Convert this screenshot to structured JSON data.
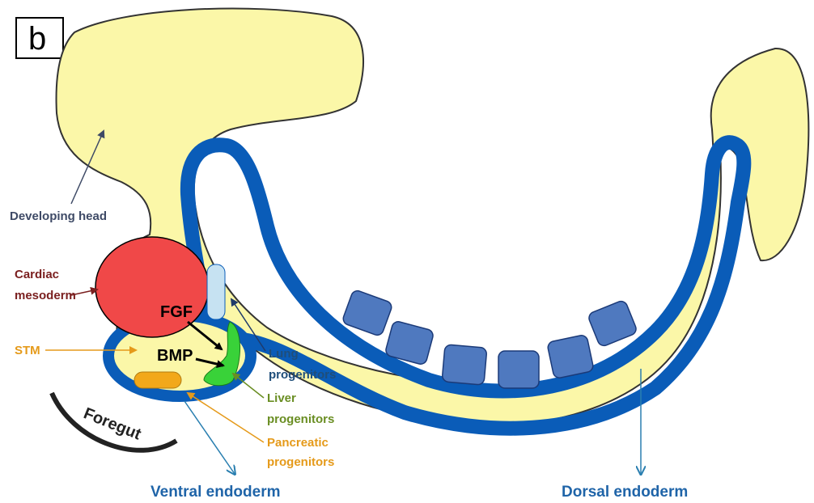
{
  "panel_label": "b",
  "labels": {
    "developing_head": "Developing head",
    "cardiac_line1": "Cardiac",
    "cardiac_line2": "mesoderm",
    "stm": "STM",
    "fgf": "FGF",
    "bmp": "BMP",
    "lung_line1": "Lung",
    "lung_line2": "progenitors",
    "liver_line1": "Liver",
    "liver_line2": "progenitors",
    "pancreatic_line1": "Pancreatic",
    "pancreatic_line2": "progenitors",
    "foregut": "Foregut",
    "ventral_endoderm": "Ventral endoderm",
    "dorsal_endoderm": "Dorsal endoderm"
  },
  "colors": {
    "embryo_fill": "#fbf7a8",
    "endoderm": "#0a5cb8",
    "somite": "#4f79bf",
    "cardiac": "#f04848",
    "lung": "#c6e2f2",
    "liver": "#39d239",
    "pancreas": "#f2a81a",
    "head_text": "#3e4a66",
    "cardiac_text": "#7a1f1f",
    "stm_text": "#e59a1a",
    "lung_text": "#1f4e7a",
    "liver_text": "#6a8e23",
    "pancreatic_text": "#e59a1a",
    "endoderm_text": "#1f64a8"
  }
}
